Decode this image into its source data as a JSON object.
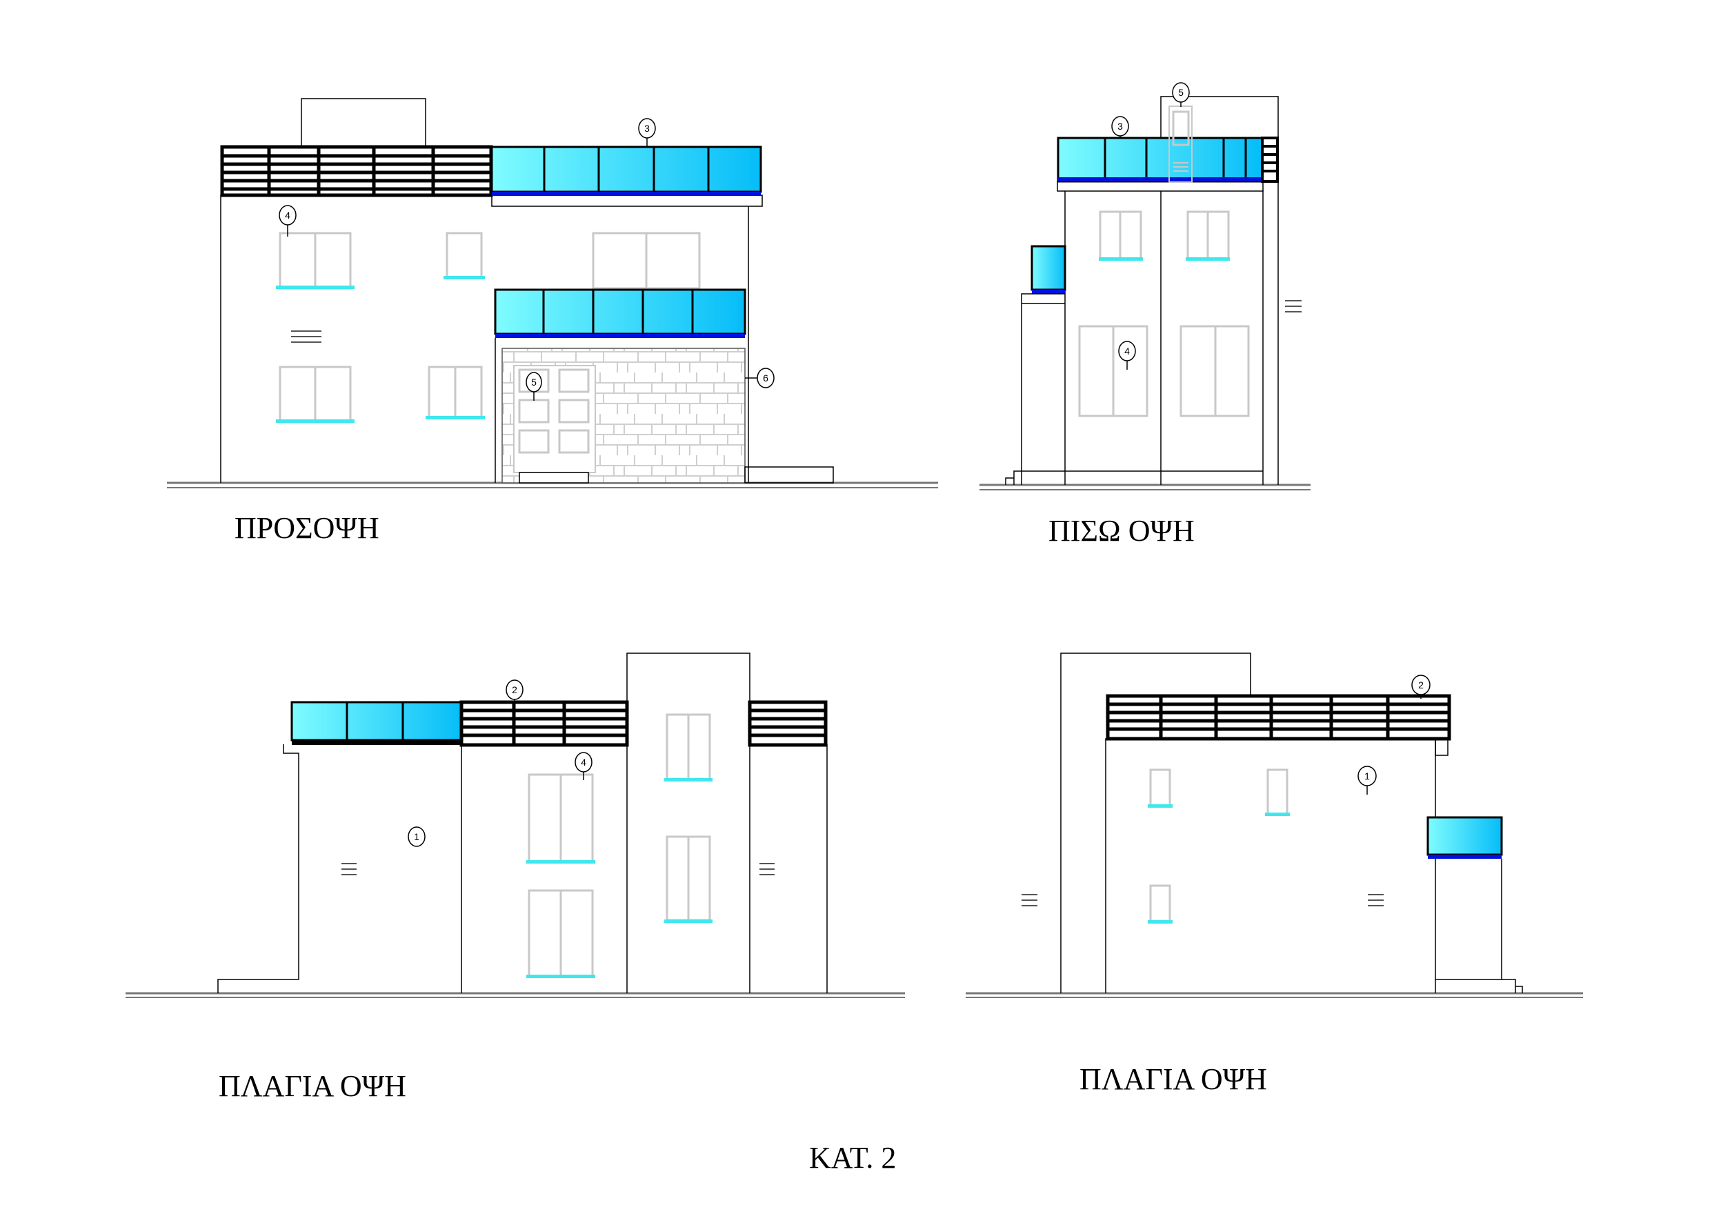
{
  "sheet": {
    "caption": "ΚΑΤ. 2",
    "colors": {
      "line": "#000000",
      "glass_light": "#7ffcff",
      "glass_dark": "#06bdf8",
      "glass_base": "#0011dd",
      "sill": "#3ee8ee",
      "window_frame": "#c8c8c8",
      "stone": "#cfcfcf"
    }
  },
  "views": [
    {
      "id": "front",
      "title": "ΠΡΟΣΟΨΗ",
      "callouts": [
        "3",
        "4",
        "5",
        "6"
      ]
    },
    {
      "id": "rear",
      "title": "ΠΙΣΩ ΟΨΗ",
      "callouts": [
        "3",
        "5",
        "4"
      ]
    },
    {
      "id": "side-left",
      "title": "ΠΛΑΓΙΑ ΟΨΗ",
      "callouts": [
        "2",
        "4",
        "1"
      ]
    },
    {
      "id": "side-right",
      "title": "ΠΛΑΓΙΑ ΟΨΗ",
      "callouts": [
        "2",
        "1"
      ]
    }
  ],
  "callouts": {
    "c1": "1",
    "c2": "2",
    "c3": "3",
    "c4": "4",
    "c5": "5",
    "c6": "6"
  }
}
